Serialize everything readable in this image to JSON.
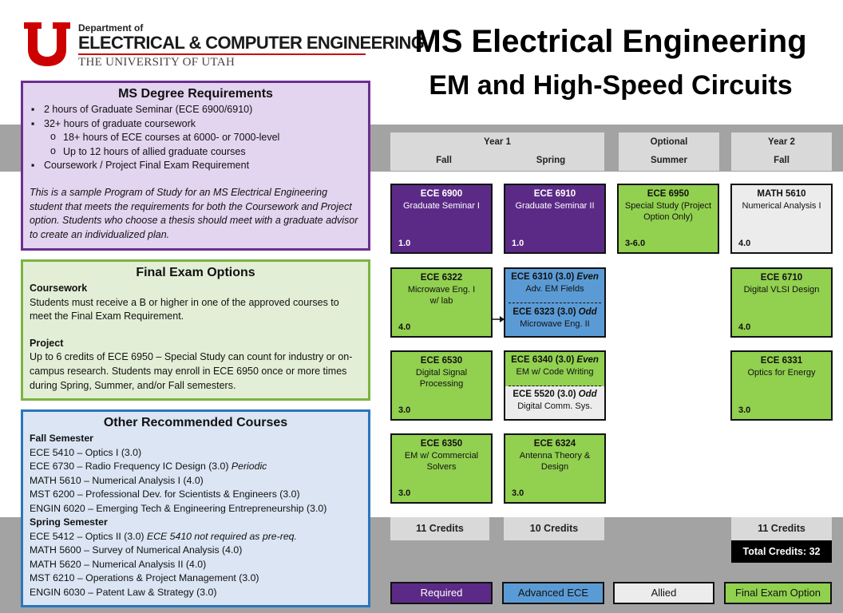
{
  "logo": {
    "dept": "Department of",
    "name": "ELECTRICAL & COMPUTER ENGINEERING",
    "university": "THE UNIVERSITY OF UTAH"
  },
  "title": {
    "line1": "MS Electrical Engineering",
    "line2": "EM and High-Speed Circuits"
  },
  "requirements": {
    "title": "MS Degree Requirements",
    "bullets": [
      "2 hours of Graduate Seminar (ECE 6900/6910)",
      "32+ hours of graduate coursework",
      "Coursework / Project Final Exam Requirement"
    ],
    "sub": [
      "18+ hours of ECE courses at 6000- or 7000-level",
      "Up to 12 hours of allied graduate courses"
    ],
    "note": "This is a sample Program of Study for an MS Electrical Engineering student that meets the requirements for both the Coursework and Project option. Students who choose a thesis should meet with a graduate advisor to create an individualized plan."
  },
  "exam": {
    "title": "Final Exam Options",
    "coursework_heading": "Coursework",
    "coursework_text": "Students must receive a B or higher in one of the approved courses to meet the Final Exam Requirement.",
    "project_heading": "Project",
    "project_text": "Up to 6 credits of ECE 6950 – Special Study can count for industry or on-campus research. Students may enroll in ECE 6950 once or more times during Spring, Summer, and/or Fall semesters."
  },
  "other": {
    "title": "Other Recommended Courses",
    "fall_heading": "Fall Semester",
    "fall": [
      "ECE 5410 – Optics I (3.0)",
      "ECE 6730 – Radio Frequency IC Design (3.0)",
      "MATH 5610 – Numerical Analysis I (4.0)",
      "MST 6200 – Professional Dev. for Scientists & Engineers (3.0)",
      "ENGIN 6020 – Emerging Tech & Engineering Entrepreneurship (3.0)"
    ],
    "fall_note_6730": "Periodic",
    "spring_heading": "Spring Semester",
    "spring": [
      "ECE 5412 – Optics II (3.0)",
      "MATH 5600 – Survey of Numerical Analysis (4.0)",
      "MATH 5620 – Numerical Analysis II (4.0)",
      "MST 6210 – Operations & Project Management (3.0)",
      "ENGIN 6030 – Patent Law & Strategy (3.0)"
    ],
    "spring_note_5412": "ECE 5410 not required as pre-req."
  },
  "headers": {
    "year1": "Year 1",
    "fall": "Fall",
    "spring": "Spring",
    "optional": "Optional",
    "summer": "Summer",
    "year2": "Year 2",
    "fall2": "Fall"
  },
  "courses": {
    "c6900": {
      "code": "ECE 6900",
      "name": "Graduate Seminar I",
      "credits": "1.0"
    },
    "c6910": {
      "code": "ECE 6910",
      "name": "Graduate Seminar II",
      "credits": "1.0"
    },
    "c6950": {
      "code": "ECE 6950",
      "name": "Special Study (Project Option Only)",
      "credits": "3-6.0"
    },
    "m5610": {
      "code": "MATH 5610",
      "name": "Numerical Analysis I",
      "credits": "4.0"
    },
    "c6322": {
      "code": "ECE 6322",
      "name": "Microwave Eng. I w/ lab",
      "credits": "4.0"
    },
    "c6310": {
      "code": "ECE 6310 (3.0)",
      "tag": "Even",
      "name": "Adv. EM Fields"
    },
    "c6323": {
      "code": "ECE 6323 (3.0)",
      "tag": "Odd",
      "name": "Microwave Eng. II"
    },
    "c6710": {
      "code": "ECE 6710",
      "name": "Digital VLSI Design",
      "credits": "4.0"
    },
    "c6530": {
      "code": "ECE 6530",
      "name": "Digital Signal Processing",
      "credits": "3.0"
    },
    "c6340": {
      "code": "ECE 6340 (3.0)",
      "tag": "Even",
      "name": "EM w/ Code Writing"
    },
    "c5520": {
      "code": "ECE 5520 (3.0)",
      "tag": "Odd",
      "name": "Digital Comm. Sys."
    },
    "c6331": {
      "code": "ECE 6331",
      "name": "Optics for Energy",
      "credits": "3.0"
    },
    "c6350": {
      "code": "ECE 6350",
      "name": "EM w/ Commercial Solvers",
      "credits": "3.0"
    },
    "c6324": {
      "code": "ECE 6324",
      "name": "Antenna Theory & Design",
      "credits": "3.0"
    }
  },
  "credits": {
    "fall1": "11 Credits",
    "spring1": "10 Credits",
    "fall2": "11 Credits",
    "total": "Total Credits: 32"
  },
  "legend": {
    "required": "Required",
    "advanced": "Advanced ECE",
    "allied": "Allied",
    "final": "Final Exam Option"
  },
  "colors": {
    "required": "#5b2a86",
    "advanced": "#5b9bd5",
    "allied": "#ececec",
    "final": "#92d050",
    "brand_red": "#cc0000"
  }
}
